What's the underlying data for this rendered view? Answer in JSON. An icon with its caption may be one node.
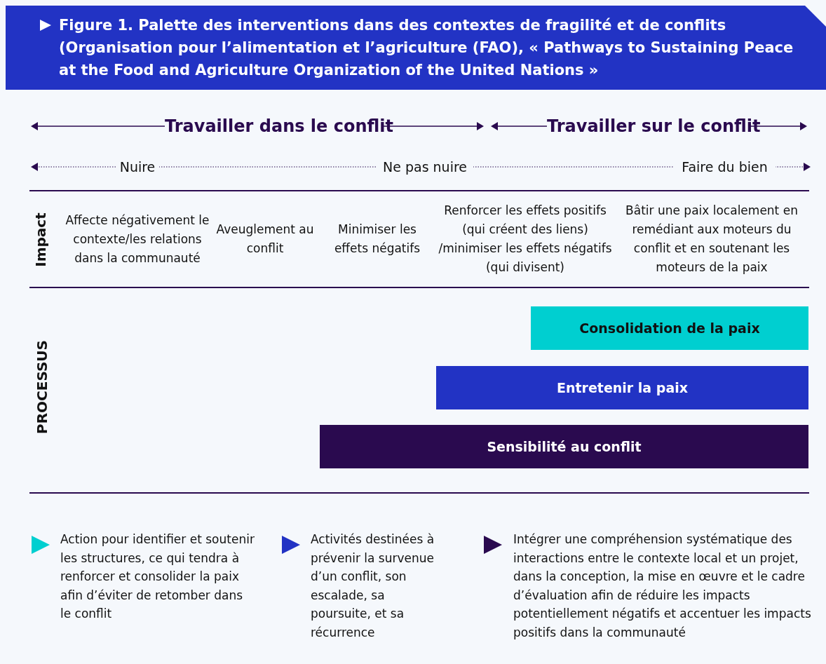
{
  "diagram": {
    "title": "Figure 1. Palette des interventions dans des contextes de fragilité et de conflits (Organisation pour l’alimentation et l’agriculture (FAO), « Pathways to Sustaining Peace at the Food and Agriculture Organization of the United Nations »",
    "nodes": [
      {
        "text": [
          "Consolidation de la paix"
        ]
      },
      {
        "text": [
          "Entretenir la paix"
        ]
      },
      {
        "text": [
          "Sensibilité au conflit"
        ]
      }
    ],
    "labels": [
      "Travailler dans le conflit",
      "Travailler sur le conflit",
      "Nuire",
      "Ne pas nuire",
      "Faire du bien",
      "Impact",
      "Affecte négativement le contexte/les relations dans la communauté",
      "Aveuglement au conflit",
      "Minimiser les effets négatifs",
      "Renforcer les effets positifs (qui créent des liens) /minimiser les effets négatifs (qui divisent)",
      "Bâtir une paix localement en remédiant aux moteurs du conflit et en soutenant les moteurs de la paix",
      "PROCESSUS"
    ],
    "legend": [
      {
        "text": "Action pour identifier et soutenir les structures, ce qui tendra à renforcer et consolider la paix afin d’éviter de retomber dans le conflit",
        "color": "#00cfd0"
      },
      {
        "text": "Activités destinées à prévenir la survenue d’un conflit, son escalade, sa poursuite, et sa récurrence",
        "color": "#2233c4"
      },
      {
        "text": "Intégrer une compréhension systématique des interactions entre le contexte local et un projet, dans la conception, la mise en œuvre et le cadre d’évaluation afin de réduire les impacts potentiellement négatifs et accentuer les impacts positifs dans la communauté",
        "color": "#2a0a4f"
      }
    ]
  }
}
